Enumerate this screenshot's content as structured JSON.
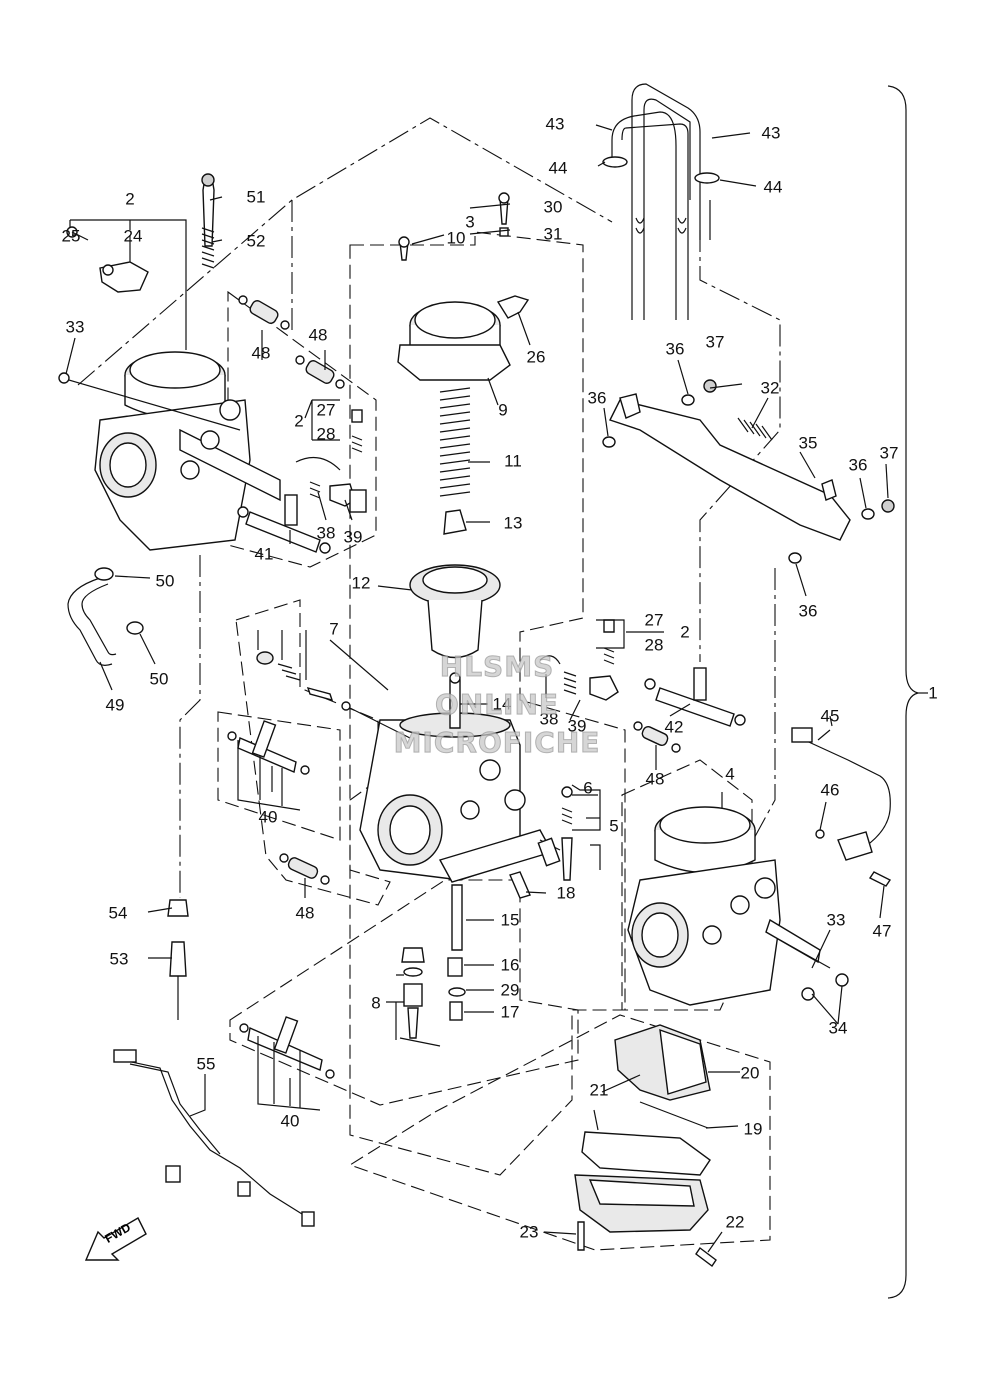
{
  "diagram": {
    "callouts": [
      "1",
      "2",
      "3",
      "4",
      "5",
      "6",
      "7",
      "8",
      "9",
      "10",
      "11",
      "12",
      "13",
      "14",
      "15",
      "16",
      "17",
      "18",
      "19",
      "20",
      "21",
      "22",
      "23",
      "24",
      "25",
      "26",
      "27",
      "28",
      "29",
      "30",
      "31",
      "32",
      "33",
      "34",
      "35",
      "36",
      "37",
      "38",
      "39",
      "40",
      "41",
      "42",
      "43",
      "44",
      "45",
      "46",
      "47",
      "48",
      "49",
      "50",
      "51",
      "52",
      "53",
      "54",
      "55"
    ],
    "watermark": {
      "line1": "HLSMS",
      "line2": "ONLINE",
      "line3": "MICROFICHE"
    },
    "fwd_arrow_label": "FWD"
  }
}
